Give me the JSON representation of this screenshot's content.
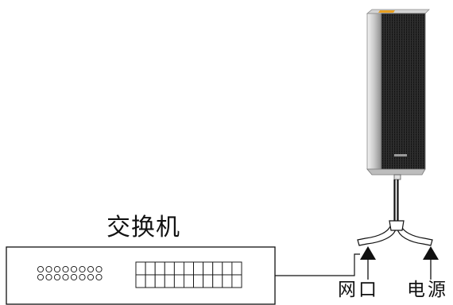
{
  "switch": {
    "label": "交换机",
    "led_rows": 2,
    "led_columns": 8,
    "port_rows": 2,
    "port_columns": 11
  },
  "cable_labels": {
    "network_port": "网口",
    "power": "电源"
  },
  "speaker": {
    "icon": "column-speaker-icon"
  },
  "colors": {
    "line": "#111111",
    "speaker_front": "#222222",
    "speaker_side": "#b8b8b8",
    "accent": "#e8a020"
  }
}
